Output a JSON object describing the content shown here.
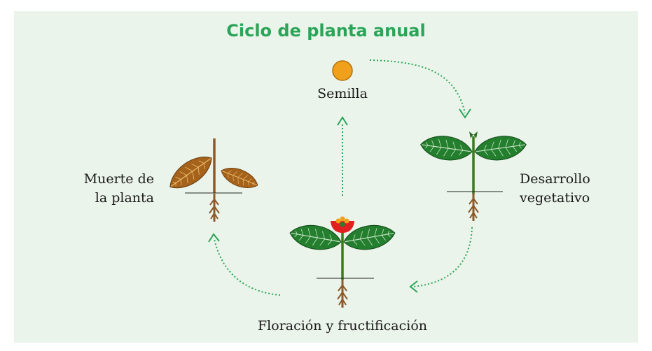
{
  "title": "Ciclo de planta anual",
  "stages": {
    "seed": "Semilla",
    "vegetative_line1": "Desarrollo",
    "vegetative_line2": "vegetativo",
    "flowering": "Floración y fructificación",
    "death_line1": "Muerte de",
    "death_line2": "la planta"
  },
  "colors": {
    "title": "#2aa558",
    "arrow": "#2aa558",
    "background": "#eaf4ea",
    "leaf_green": "#237f2e",
    "leaf_dead": "#a5621b",
    "seed": "#f0a01b",
    "flower": "#e02020",
    "root": "#8b5a2b"
  }
}
